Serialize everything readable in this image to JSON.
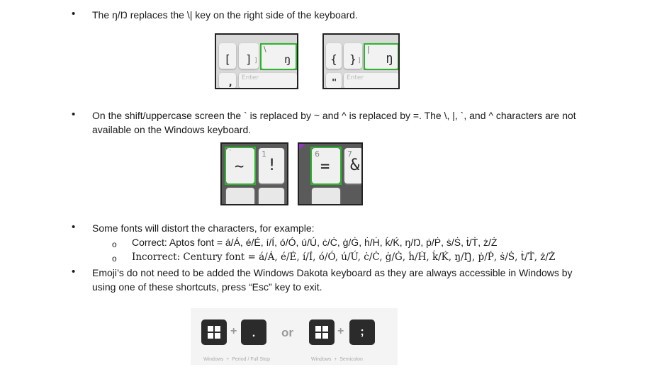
{
  "items": [
    {
      "text": "The ŋ/Ŋ replaces the \\| key on the right side of the keyboard."
    },
    {
      "line1": "On the shift/uppercase screen the ` is replaced by ~ and ^ is replaced by =. The \\, |, `, and ^ characters are not",
      "line2": "available on the Windows keyboard."
    },
    {
      "text": "Some fonts will distort the characters, for example:",
      "sub": [
        {
          "text": "Correct: Aptos font = á/Á, é/É, í/Í, ó/Ó, ú/Ú, ċ/Ċ, ġ/Ġ, ḣ/Ḣ, ḱ/Ḱ, ŋ/Ŋ, ṗ/Ṗ, ṡ/Ṡ, ṫ/Ṫ, ż/Ż"
        },
        {
          "text": "Incorrect: Century font = á/Á, é/É, í/Í, ó/Ó, ú/Ú, ċ/Ċ, ġ/Ġ, ḣ/Ḣ, ḱ/Ḱ, ŋ/Ŋ, ṗ/Ṗ, ṡ/Ṡ, ṫ/Ṫ, ż/Ż"
        }
      ]
    },
    {
      "line1": "Emoji’s do not need to be added the Windows Dakota keyboard as they are always accessible in Windows by",
      "line2": "using one of these shortcuts, press “Esc” key to exit."
    }
  ],
  "bullet_glyph": "•",
  "sub_glyph": "o",
  "keyboard1": {
    "left": {
      "k1": "[",
      "k2": "]",
      "top2": "]",
      "k3_top": "\\",
      "k3": "ŋ",
      "enter": "Enter",
      "comma": ","
    },
    "right": {
      "k1": "{",
      "k2": "}",
      "top2": "]",
      "k3_top": "|",
      "k3": "Ŋ",
      "enter": "Enter",
      "quote": "\""
    }
  },
  "keyboard2": {
    "left": {
      "k1": "~",
      "k1_top": "`",
      "k2": "!",
      "k2_top": "1"
    },
    "right": {
      "k1": "=",
      "k1_top": "6",
      "k2": "&",
      "k2_top": "7"
    }
  },
  "shortcuts": {
    "or_label": "or",
    "key1": ".",
    "key2": ";",
    "caption1": "Windows  +  Period / Full Stop",
    "caption2": "Windows  +  Semicolon",
    "plus": "+"
  }
}
